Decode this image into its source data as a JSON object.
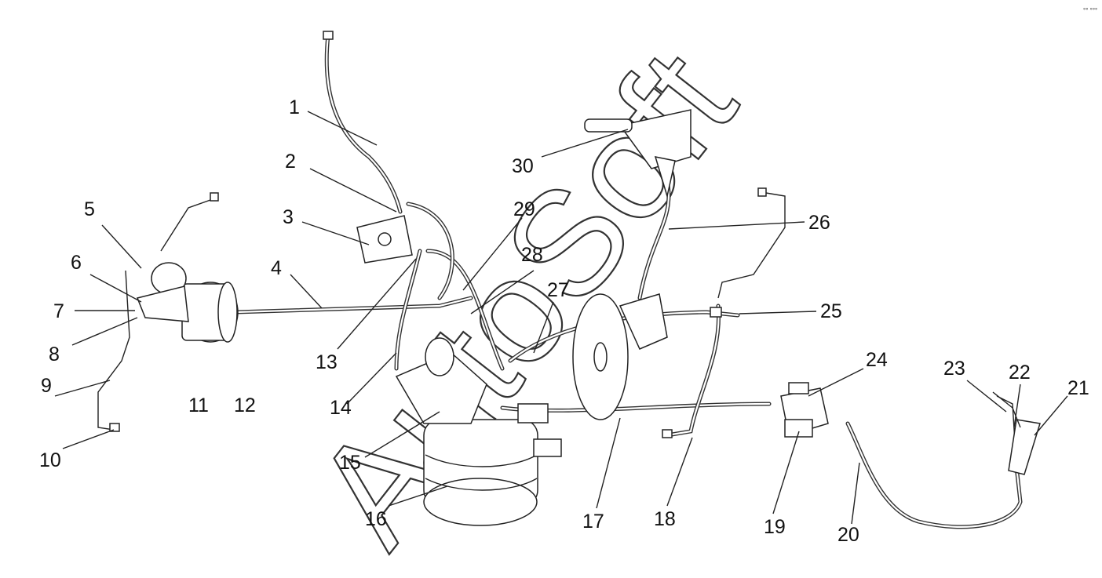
{
  "labels": [
    "1",
    "2",
    "3",
    "4",
    "5",
    "6",
    "7",
    "8",
    "9",
    "10",
    "11",
    "12",
    "13",
    "14",
    "15",
    "16",
    "17",
    "18",
    "19",
    "20",
    "21",
    "22",
    "23",
    "24",
    "25",
    "26",
    "27",
    "28",
    "29",
    "30"
  ],
  "watermark": "AutoSoft",
  "corner_mark": "°° °°°"
}
